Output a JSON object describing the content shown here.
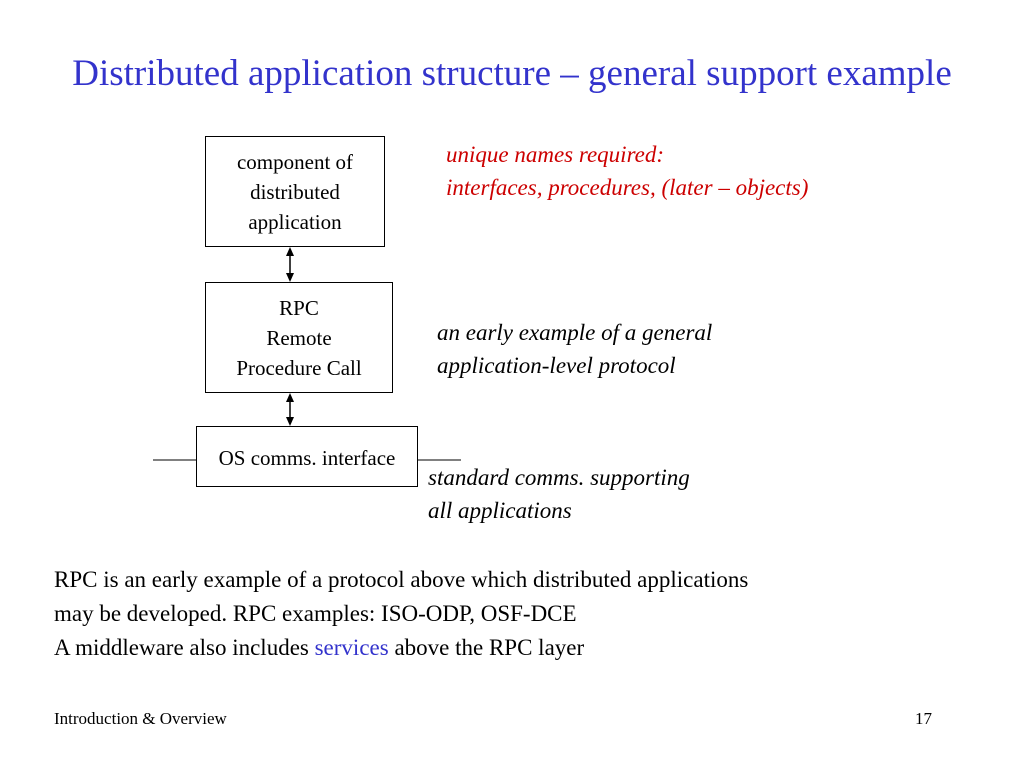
{
  "title": "Distributed application structure – general support example",
  "diagram": {
    "box_component": [
      "component of",
      "distributed",
      "application"
    ],
    "box_rpc": [
      "RPC",
      "Remote",
      "Procedure Call"
    ],
    "box_os": "OS comms. interface"
  },
  "notes": {
    "names": [
      "unique names required:",
      "interfaces, procedures, (later – objects)"
    ],
    "protocol": [
      "an early example of a general",
      "application-level protocol"
    ],
    "standard": [
      "standard comms. supporting",
      "all applications"
    ]
  },
  "body": {
    "line1": "RPC is an early example of a protocol above which distributed applications",
    "line2": "may be developed. RPC examples: ISO-ODP, OSF-DCE",
    "line3_before": "A middleware also includes ",
    "line3_highlight": "services",
    "line3_after": " above the RPC layer"
  },
  "footer": {
    "left": "Introduction & Overview",
    "page_number": "17"
  },
  "colors": {
    "title": "#3333cc",
    "note_highlight": "#cc0000",
    "link_highlight": "#3333cc"
  }
}
